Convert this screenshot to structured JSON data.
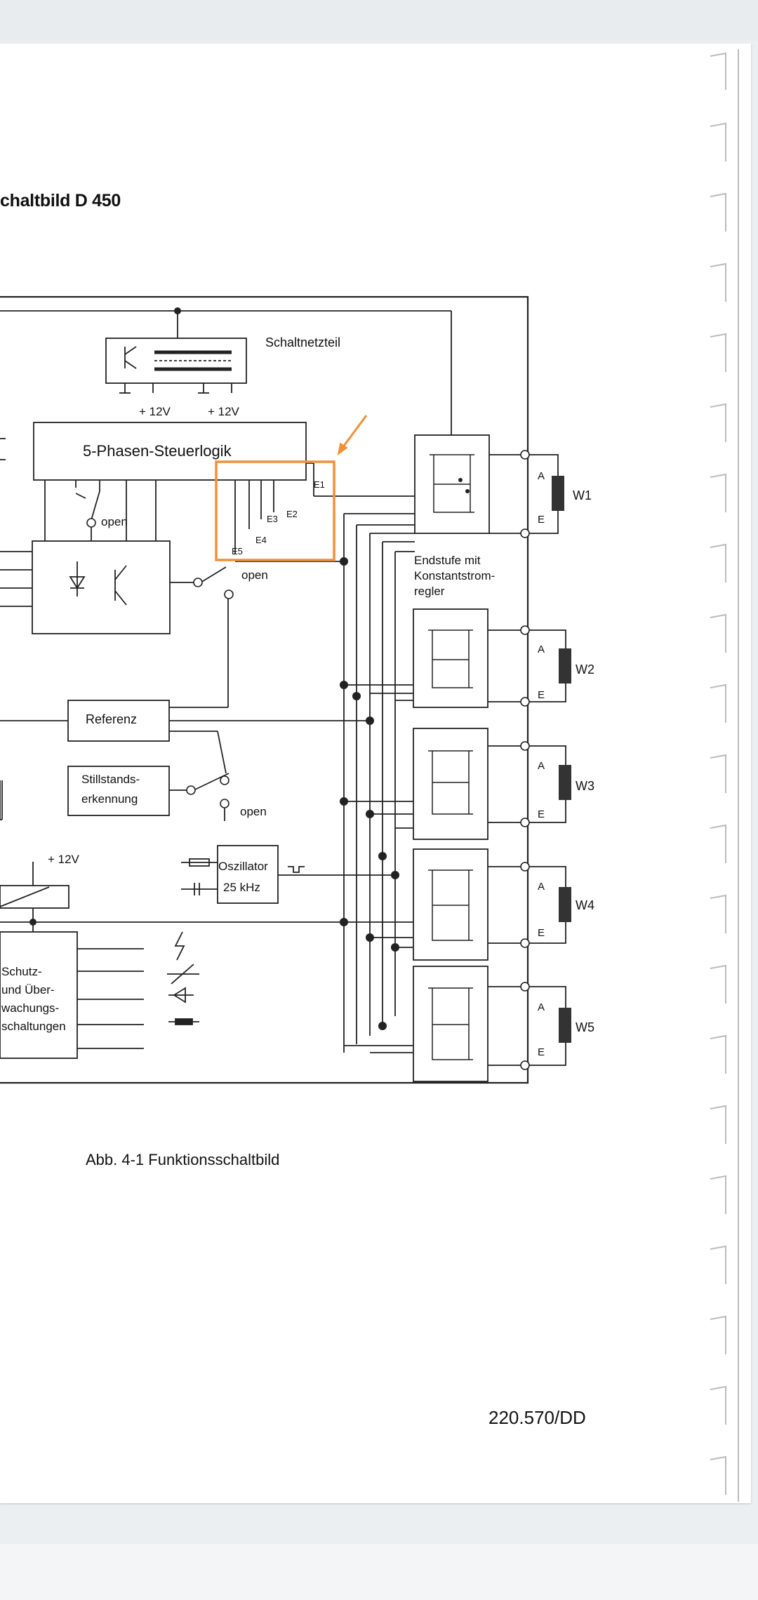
{
  "document": {
    "title": "chaltbild D 450",
    "caption": "Abb. 4-1  Funktionsschaltbild",
    "doc_number": "220.570/DD"
  },
  "diagram": {
    "power_supply_label": "Schaltnetzteil",
    "voltage_label_1": "+ 12V",
    "voltage_label_2": "+ 12V",
    "voltage_label_3": "+ 12V",
    "control_logic_label": "5-Phasen-Steuerlogik",
    "open_label_1": "open",
    "open_label_2": "open",
    "open_label_3": "open",
    "outputs": [
      "E1",
      "E2",
      "E3",
      "E4",
      "E5"
    ],
    "reference_label": "Referenz",
    "standstill_label": [
      "Stillstands-",
      "erkennung"
    ],
    "oscillator_label": [
      "Oszillator",
      "25 kHz"
    ],
    "protection_label": [
      "Schutz-",
      "und Über-",
      "wachungs-",
      "schaltungen"
    ],
    "endstage_label": [
      "Endstufe mit",
      "Konstantstrom-",
      "regler"
    ],
    "windings": [
      "W1",
      "W2",
      "W3",
      "W4",
      "W5"
    ],
    "terminal_a": "A",
    "terminal_e": "E"
  },
  "annotation": {
    "highlight_color": "#f0913a"
  }
}
